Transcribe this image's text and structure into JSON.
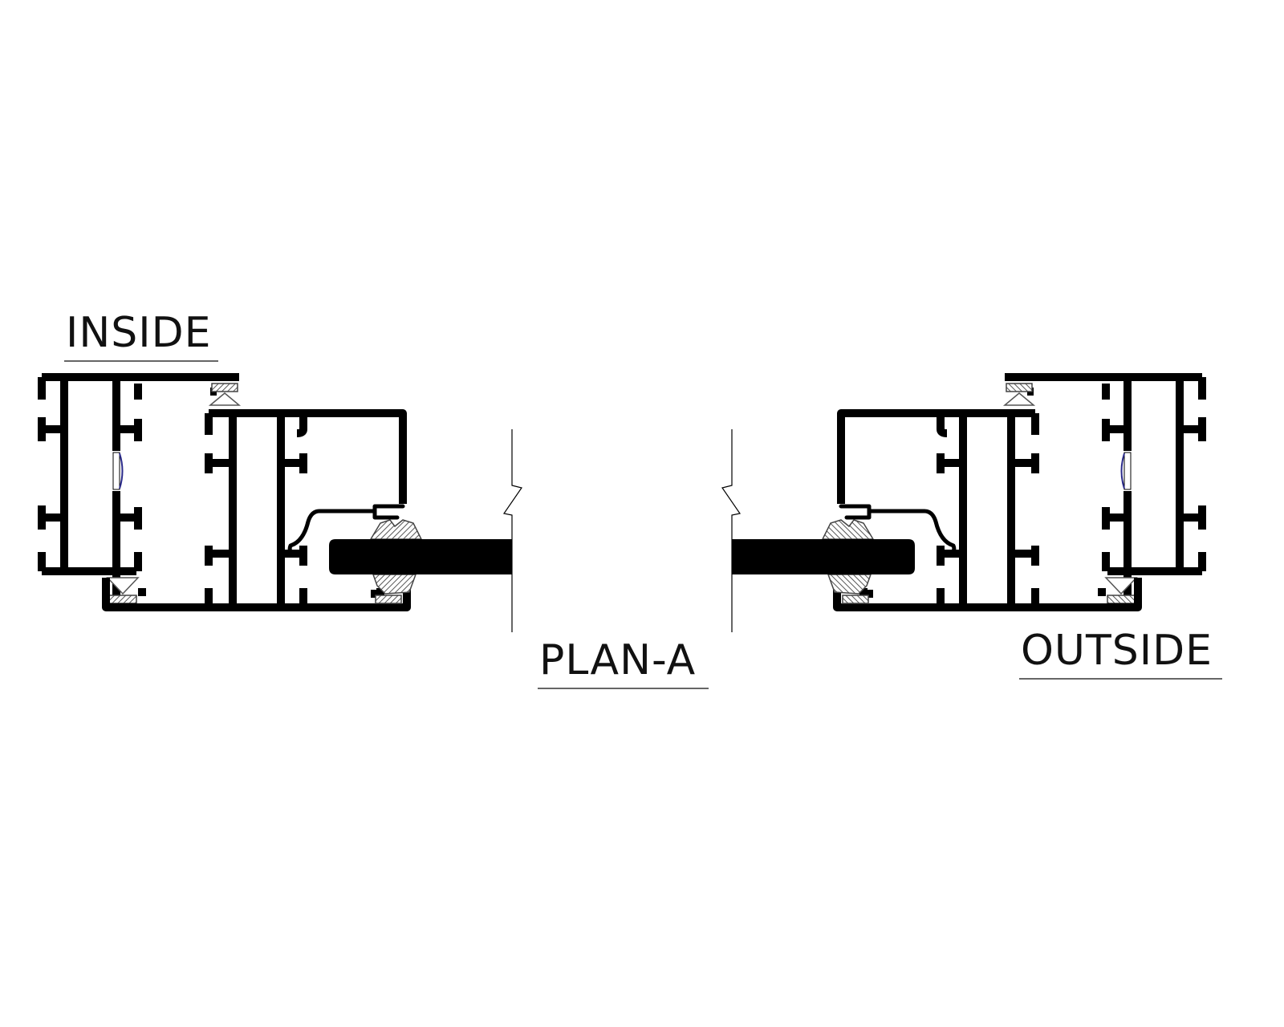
{
  "labels": {
    "inside": "INSIDE",
    "outside": "OUTSIDE",
    "plan": "PLAN-A"
  },
  "colors": {
    "line": "#000000",
    "accent": "#2a2a8a"
  }
}
